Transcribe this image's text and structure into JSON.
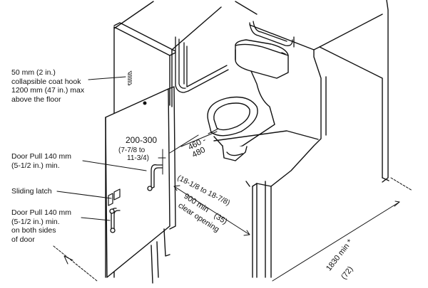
{
  "labels": {
    "coat_hook": [
      "50 mm (2 in.)",
      "collapsible coat hook",
      "1200 mm (47 in.) max",
      "above the floor"
    ],
    "door_pull_inside": [
      "Door Pull 140 mm",
      "(5-1/2 in.) min."
    ],
    "sliding_latch": "Sliding latch",
    "door_pull_both": [
      "Door Pull 140 mm",
      "(5-1/2 in.) min.",
      "on both sides",
      "of door"
    ]
  },
  "dimensions": {
    "pull_height": {
      "value": "200-300",
      "imperial": [
        "(7-7/8 to",
        "11-3/4)"
      ]
    },
    "toilet_offset": {
      "value": [
        "460 -",
        "480"
      ],
      "imperial": "(18-1/8 to 18-7/8)"
    },
    "clear_opening": {
      "value": "900 min",
      "imperial": "(35)",
      "caption": "clear opening"
    },
    "depth": {
      "value": "1830 min *",
      "imperial": "(72)"
    }
  }
}
